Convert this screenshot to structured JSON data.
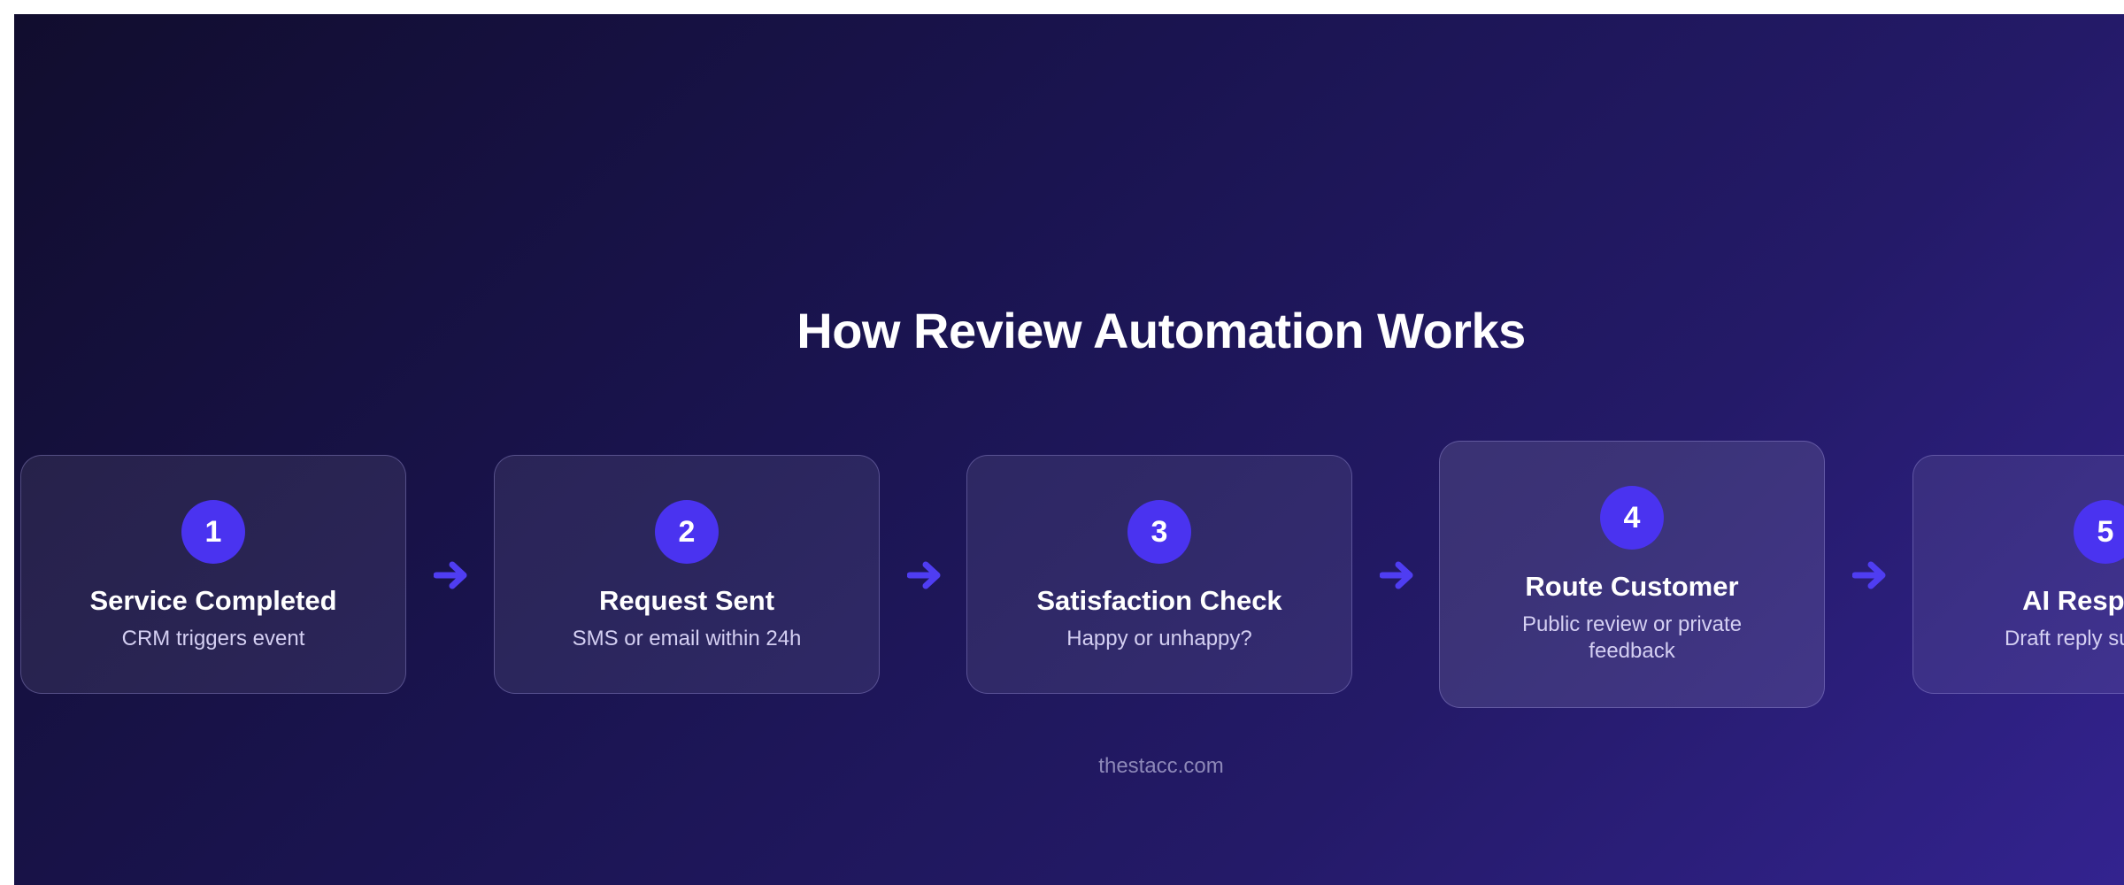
{
  "title": "How Review Automation Works",
  "steps": [
    {
      "number": "1",
      "title": "Service Completed",
      "description": "CRM triggers event"
    },
    {
      "number": "2",
      "title": "Request Sent",
      "description": "SMS or email within 24h"
    },
    {
      "number": "3",
      "title": "Satisfaction Check",
      "description": "Happy or unhappy?"
    },
    {
      "number": "4",
      "title": "Route Customer",
      "description": "Public review or private feedback"
    },
    {
      "number": "5",
      "title": "AI Response",
      "description": "Draft reply suggested"
    }
  ],
  "footer": "thestacc.com",
  "colors": {
    "accent": "#4a33f0",
    "arrow": "#4f3df2",
    "background_start": "#110d2e",
    "background_end": "#33238f"
  },
  "icons": {
    "connector": "arrow-right-icon"
  }
}
